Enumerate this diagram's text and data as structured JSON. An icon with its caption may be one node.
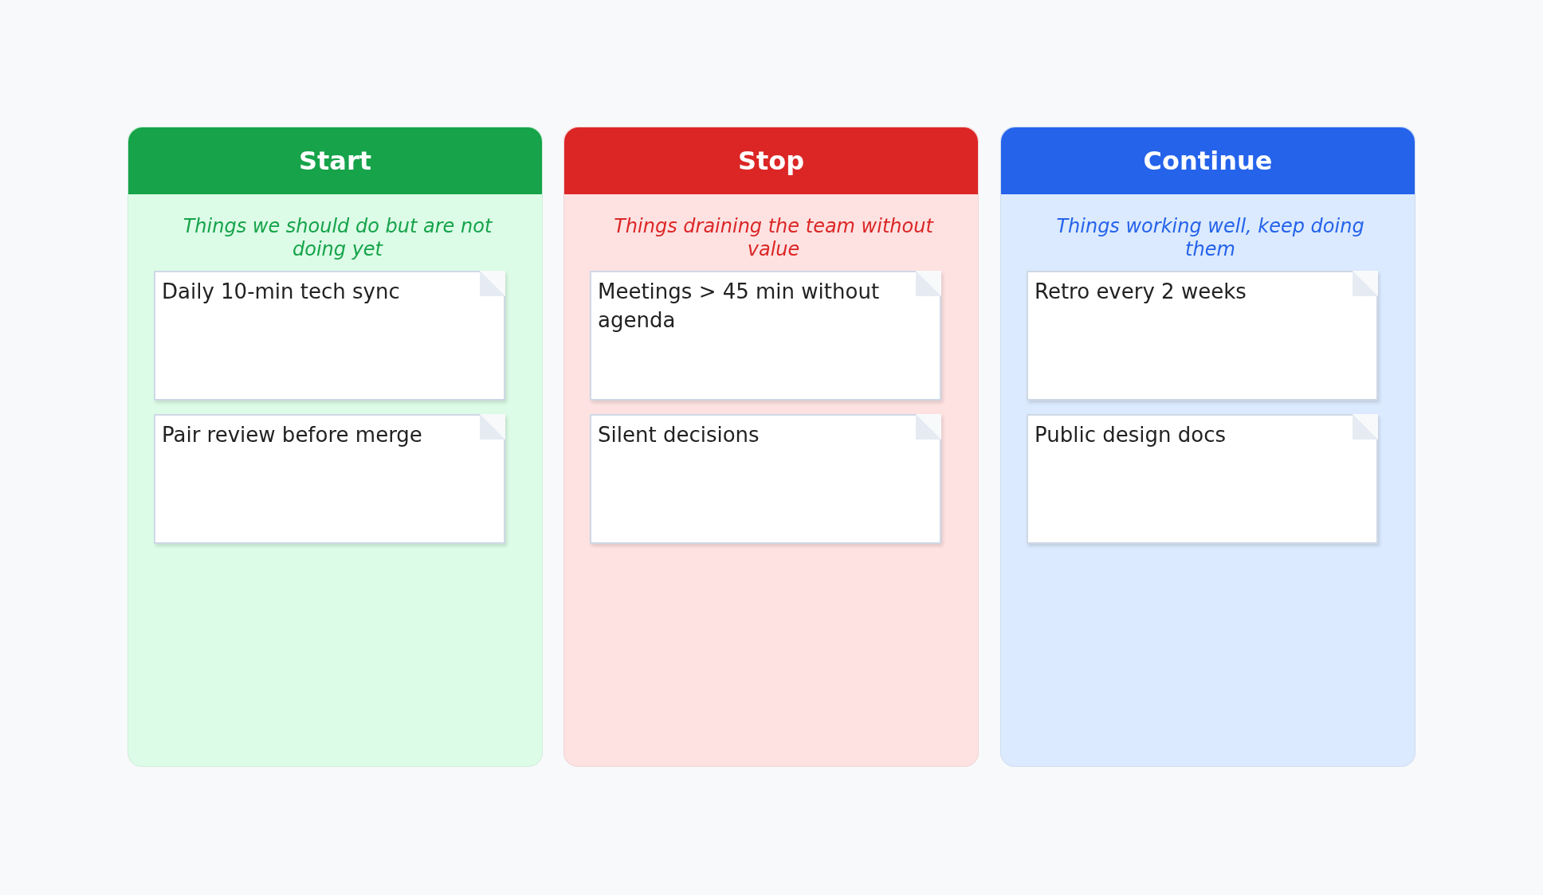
{
  "diagram": {
    "nodes": [
      {
        "text": [
          "Start",
          "Things we should do but are not doing yet"
        ]
      },
      {
        "text": [
          "Daily 10-min tech sync"
        ],
        "in": 0
      },
      {
        "text": [
          "Pair review before merge"
        ],
        "in": 0
      },
      {
        "text": [
          "Stop",
          "Things draining the team without value"
        ]
      },
      {
        "text": [
          "Meetings > 45 min without agenda"
        ],
        "in": 3
      },
      {
        "text": [
          "Silent decisions"
        ],
        "in": 3
      },
      {
        "text": [
          "Continue",
          "Things working well, keep doing them"
        ]
      },
      {
        "text": [
          "Retro every 2 weeks"
        ],
        "in": 6
      },
      {
        "text": [
          "Public design docs"
        ],
        "in": 6
      }
    ]
  }
}
